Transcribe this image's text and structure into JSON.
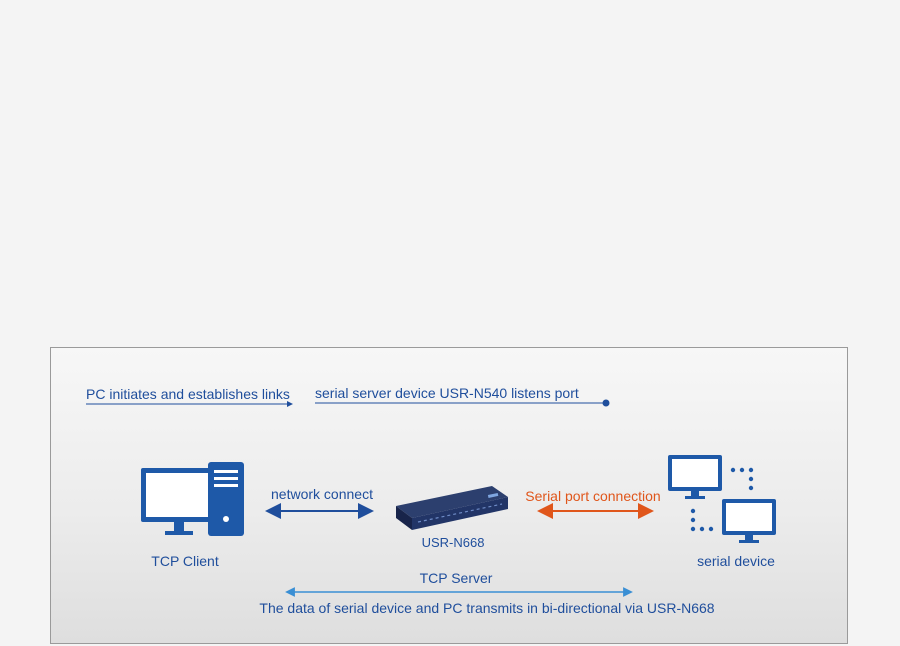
{
  "diagram": {
    "top_left_caption": "PC initiates and establishes links",
    "top_right_caption": "serial server device USR-N540 listens port",
    "tcp_client_label": "TCP Client",
    "network_connect_label": "network connect",
    "device_label": "USR-N668",
    "serial_port_label": "Serial port connection",
    "serial_device_label": "serial device",
    "tcp_server_label": "TCP Server",
    "bottom_caption": "The data of serial device and PC transmits in bi-directional via USR-N668"
  },
  "colors": {
    "blue": "#1f4e9c",
    "icon_blue": "#1e59a8",
    "orange": "#e0561b",
    "light_blue": "#3a8fd4"
  }
}
